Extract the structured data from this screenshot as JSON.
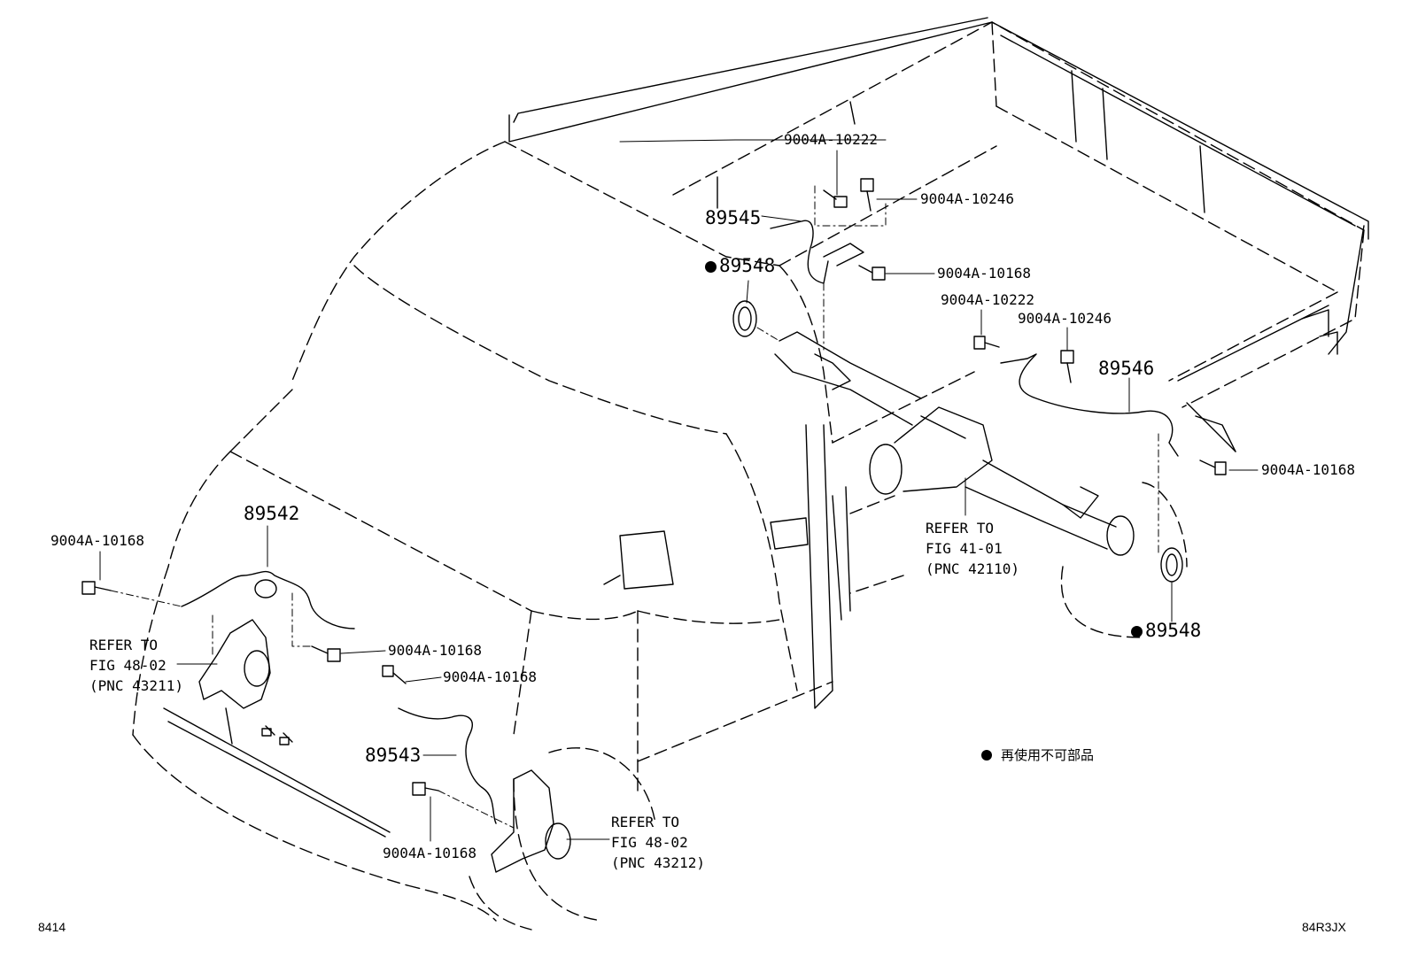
{
  "labels": {
    "p89545": "89545",
    "p89548_top": "89548",
    "p89548_bottom": "89548",
    "p89546": "89546",
    "p89542": "89542",
    "p89543": "89543",
    "b10222_top": "9004A-10222",
    "b10246_top": "9004A-10246",
    "b10168_top": "9004A-10168",
    "b10222_mid": "9004A-10222",
    "b10246_mid": "9004A-10246",
    "b10168_right": "9004A-10168",
    "b10168_left": "9004A-10168",
    "b10168_c1": "9004A-10168",
    "b10168_c2": "9004A-10168",
    "b10168_bottom": "9004A-10168"
  },
  "refs": {
    "axle": [
      "REFER TO",
      "FIG 41-01",
      "(PNC 42110)"
    ],
    "left_knuckle": [
      "REFER TO",
      "FIG 48-02",
      "(PNC 43211)"
    ],
    "right_knuckle": [
      "REFER TO",
      "FIG 48-02",
      "(PNC 43212)"
    ]
  },
  "legend": {
    "text": "再使用不可部品"
  },
  "footer": {
    "left": "8414",
    "right": "84R3JX"
  }
}
